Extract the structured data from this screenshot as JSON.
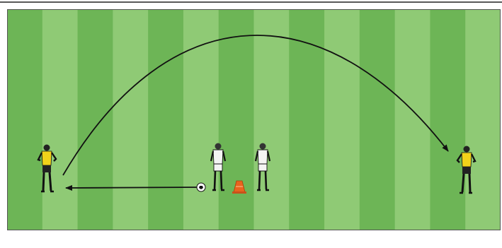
{
  "pitch": {
    "stripe_count": 14,
    "stripe_colors": [
      "#6db556",
      "#8fca75"
    ],
    "border_color": "#555555",
    "frame_color": "#222222"
  },
  "players": [
    {
      "name": "goalkeeper-left",
      "kit": "yellow",
      "facing": "right"
    },
    {
      "name": "outfield-player-1",
      "kit": "white",
      "facing": "left"
    },
    {
      "name": "outfield-player-2",
      "kit": "white",
      "facing": "left"
    },
    {
      "name": "goalkeeper-right",
      "kit": "yellow",
      "facing": "left"
    }
  ],
  "equipment": [
    {
      "name": "soccer-ball",
      "color": "#ffffff"
    },
    {
      "name": "training-cone",
      "color": "#e8641e"
    }
  ],
  "movements": [
    {
      "name": "lofted-pass-arrow",
      "style": "curved",
      "from": "goalkeeper-left",
      "to": "goalkeeper-right"
    },
    {
      "name": "ground-pass-arrow",
      "style": "straight",
      "from": "soccer-ball",
      "to": "goalkeeper-left"
    }
  ],
  "colors": {
    "kit_yellow": "#f2d21a",
    "kit_white": "#f4f4f4",
    "outline": "#111111"
  }
}
